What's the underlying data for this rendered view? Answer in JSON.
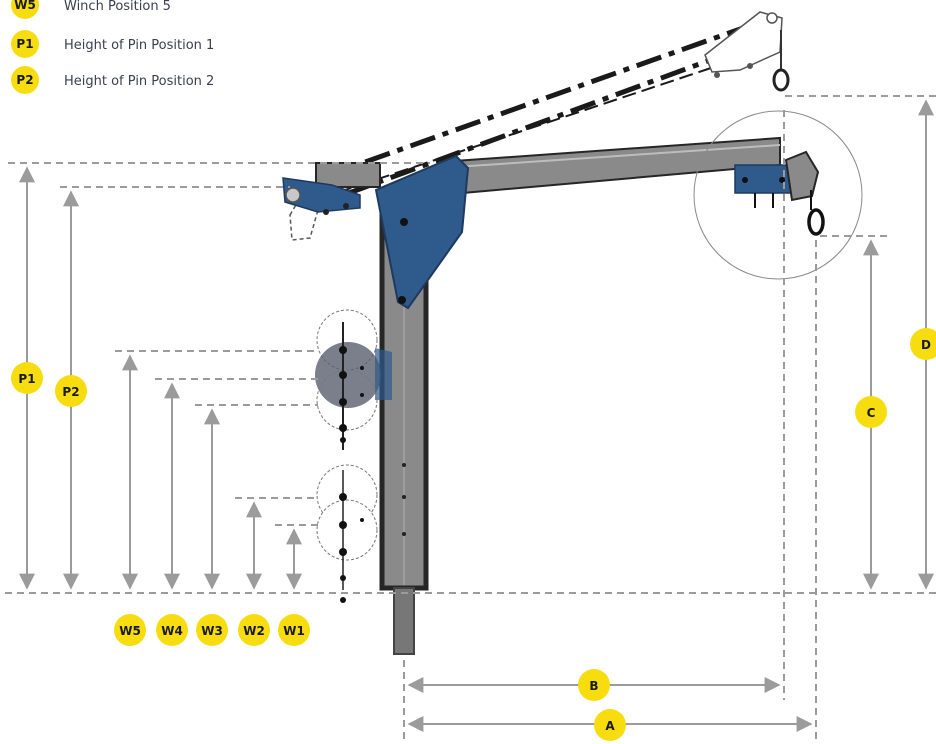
{
  "legend": [
    {
      "code": "W5",
      "text": "Winch Position 5"
    },
    {
      "code": "P1",
      "text": "Height of Pin Position 1"
    },
    {
      "code": "P2",
      "text": "Height of Pin Position 2"
    }
  ],
  "dimension_labels": {
    "P1": "P1",
    "P2": "P2",
    "W1": "W1",
    "W2": "W2",
    "W3": "W3",
    "W4": "W4",
    "W5": "W5",
    "A": "A",
    "B": "B",
    "C": "C",
    "D": "D"
  },
  "colors": {
    "badge": "#f7dd10",
    "bracket_blue": "#2f5a8c",
    "boom_grey": "#8a8a8a",
    "mast_dark": "#262626",
    "dimension_grey": "#9b9b9b",
    "legend_text": "#3a3f4d"
  }
}
